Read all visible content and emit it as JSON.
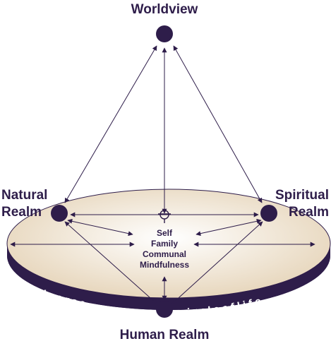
{
  "colors": {
    "primary": "#2e1d4a",
    "disc_fill_center": "#ffffff",
    "disc_fill_edge": "#e5d3b7",
    "rim": "#2e1d4a",
    "arrow": "#2e1d4a"
  },
  "labels": {
    "worldview": "Worldview",
    "natural_line1": "Natural",
    "natural_line2": "Realm",
    "spiritual_line1": "Spiritual",
    "spiritual_line2": "Realm",
    "human": "Human Realm"
  },
  "center": {
    "lines": [
      "Self",
      "Family",
      "Communal",
      "Mindfulness"
    ]
  },
  "rim": {
    "left_text": "u n i v e r s e",
    "right_text": "c i r c l e   o f   l i f e"
  },
  "icons": {
    "center_symbol": "person-figure-icon",
    "nodes": "filled-circle-icon"
  }
}
